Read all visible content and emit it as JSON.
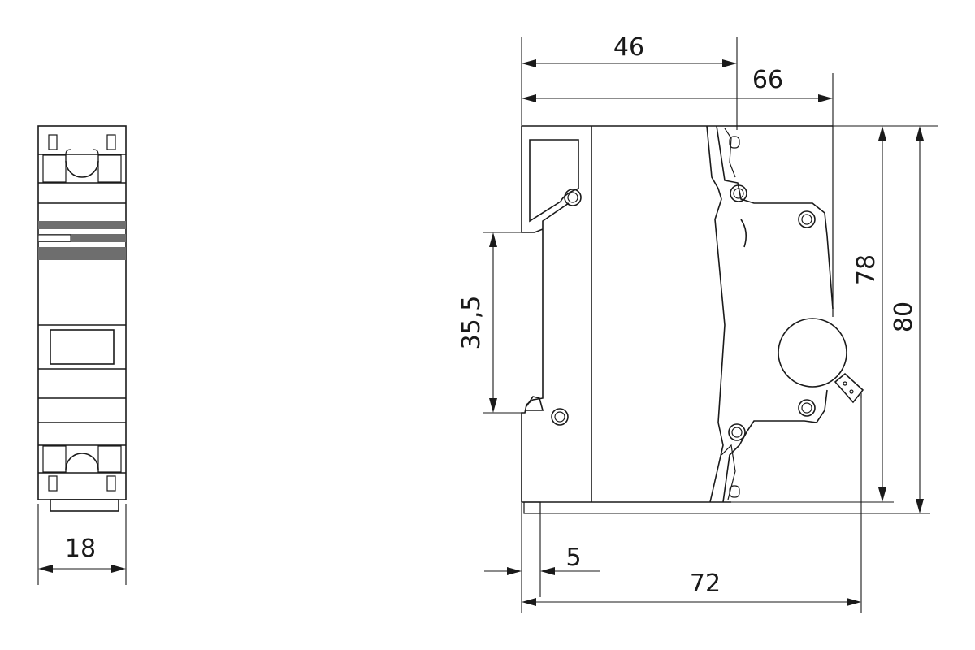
{
  "dimensions": {
    "width_front": "18",
    "depth_46": "46",
    "depth_66": "66",
    "rail_35_5": "35,5",
    "height_78": "78",
    "height_80": "80",
    "offset_5": "5",
    "depth_72": "72"
  }
}
